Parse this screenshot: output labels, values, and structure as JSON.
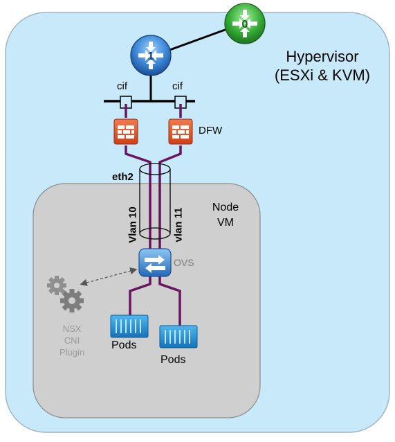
{
  "hypervisor": {
    "line1": "Hypervisor",
    "line2": "(ESXi & KVM)"
  },
  "routers": {
    "tier0_label": "0",
    "tier1_label": "1"
  },
  "ports": {
    "cif_left": "cif",
    "cif_right": "cif"
  },
  "firewall": {
    "label": "DFW"
  },
  "tunnel": {
    "label": "eth2",
    "vlan_left": "Vlan 10",
    "vlan_right": "vlan 11"
  },
  "node_vm": {
    "line1": "Node",
    "line2": "VM"
  },
  "ovs": {
    "label": "OVS"
  },
  "cni_plugin": {
    "line1": "NSX",
    "line2": "CNI",
    "line3": "Plugin"
  },
  "pods": {
    "left_label": "Pods",
    "right_label": "Pods"
  },
  "colors": {
    "hypervisor_fill": "#c7e8fa",
    "node_fill": "#cdcdcd",
    "vlan_line": "#6a145f",
    "firewall": "#e0522a",
    "pod_blue": "#1e8fd6",
    "router_blue": "#2f73c2",
    "router_green": "#2ea02e"
  },
  "icons": [
    "router-tier0-icon",
    "router-tier1-icon",
    "firewall-icon",
    "ovs-switch-icon",
    "gears-icon",
    "pod-container-icon"
  ]
}
